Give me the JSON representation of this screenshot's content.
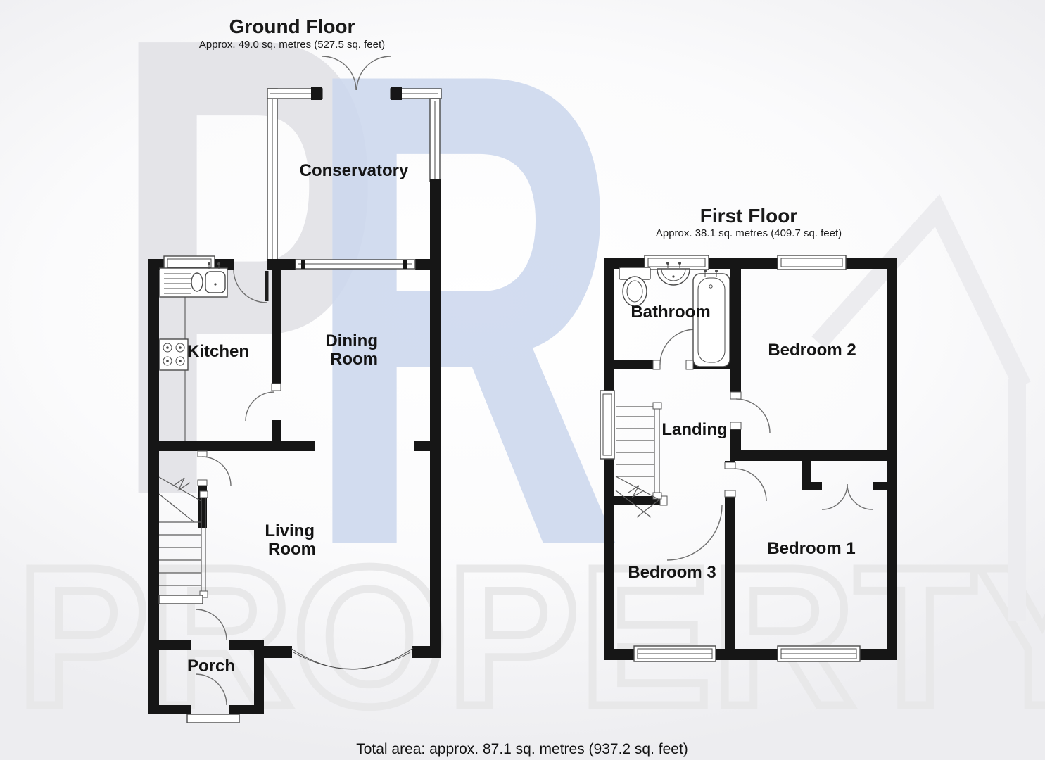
{
  "document": {
    "type": "property-floorplan",
    "total_area": "Total area: approx. 87.1 sq. metres (937.2 sq. feet)"
  },
  "floors": {
    "ground": {
      "title": "Ground Floor",
      "area": "Approx. 49.0 sq. metres (527.5 sq. feet)",
      "rooms": {
        "conservatory": "Conservatory",
        "kitchen": "Kitchen",
        "dining_line1": "Dining",
        "dining_line2": "Room",
        "living_line1": "Living",
        "living_line2": "Room",
        "porch": "Porch"
      }
    },
    "first": {
      "title": "First Floor",
      "area": "Approx. 38.1 sq. metres (409.7 sq. feet)",
      "rooms": {
        "bathroom": "Bathroom",
        "bedroom2": "Bedroom 2",
        "landing": "Landing",
        "bedroom3": "Bedroom 3",
        "bedroom1": "Bedroom 1"
      }
    }
  },
  "watermark": {
    "letter1": "P",
    "letter2": "R",
    "word": "PROPERTY",
    "house_icon": "house-outline-icon"
  },
  "colors": {
    "wall": "#161616",
    "window_line": "#4a4a4a",
    "door_arc": "#6f6f6f",
    "label": "#141414",
    "watermark_p": "#e4e4e8",
    "watermark_r": "#cdd8ee",
    "watermark_word": "#e8e8e9",
    "watermark_icon": "#ececef",
    "background": "#ffffff"
  }
}
